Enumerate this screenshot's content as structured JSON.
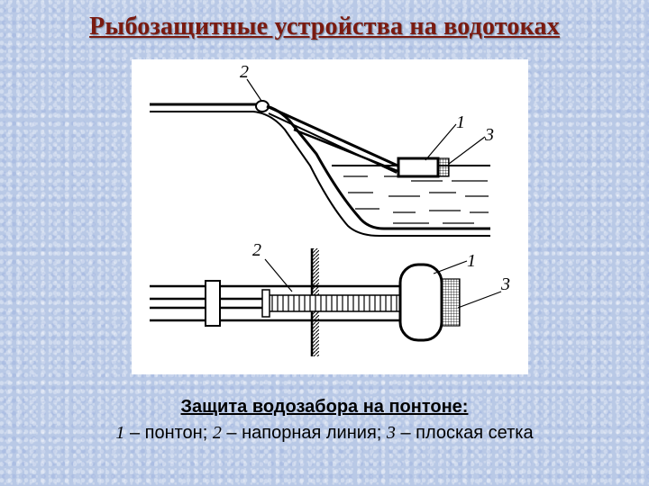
{
  "title": "Рыбозащитные устройства на водотоках",
  "figure": {
    "top_view_labels": {
      "n2": "2",
      "n1": "1",
      "n3": "3"
    },
    "plan_view_labels": {
      "n2": "2",
      "n1": "1",
      "n3": "3"
    }
  },
  "caption": {
    "title": "Защита водозабора на понтоне:",
    "legend": [
      {
        "num": "1",
        "text": " – понтон; "
      },
      {
        "num": "2",
        "text": " – напорная линия; "
      },
      {
        "num": "3",
        "text": " – плоская сетка"
      }
    ]
  }
}
